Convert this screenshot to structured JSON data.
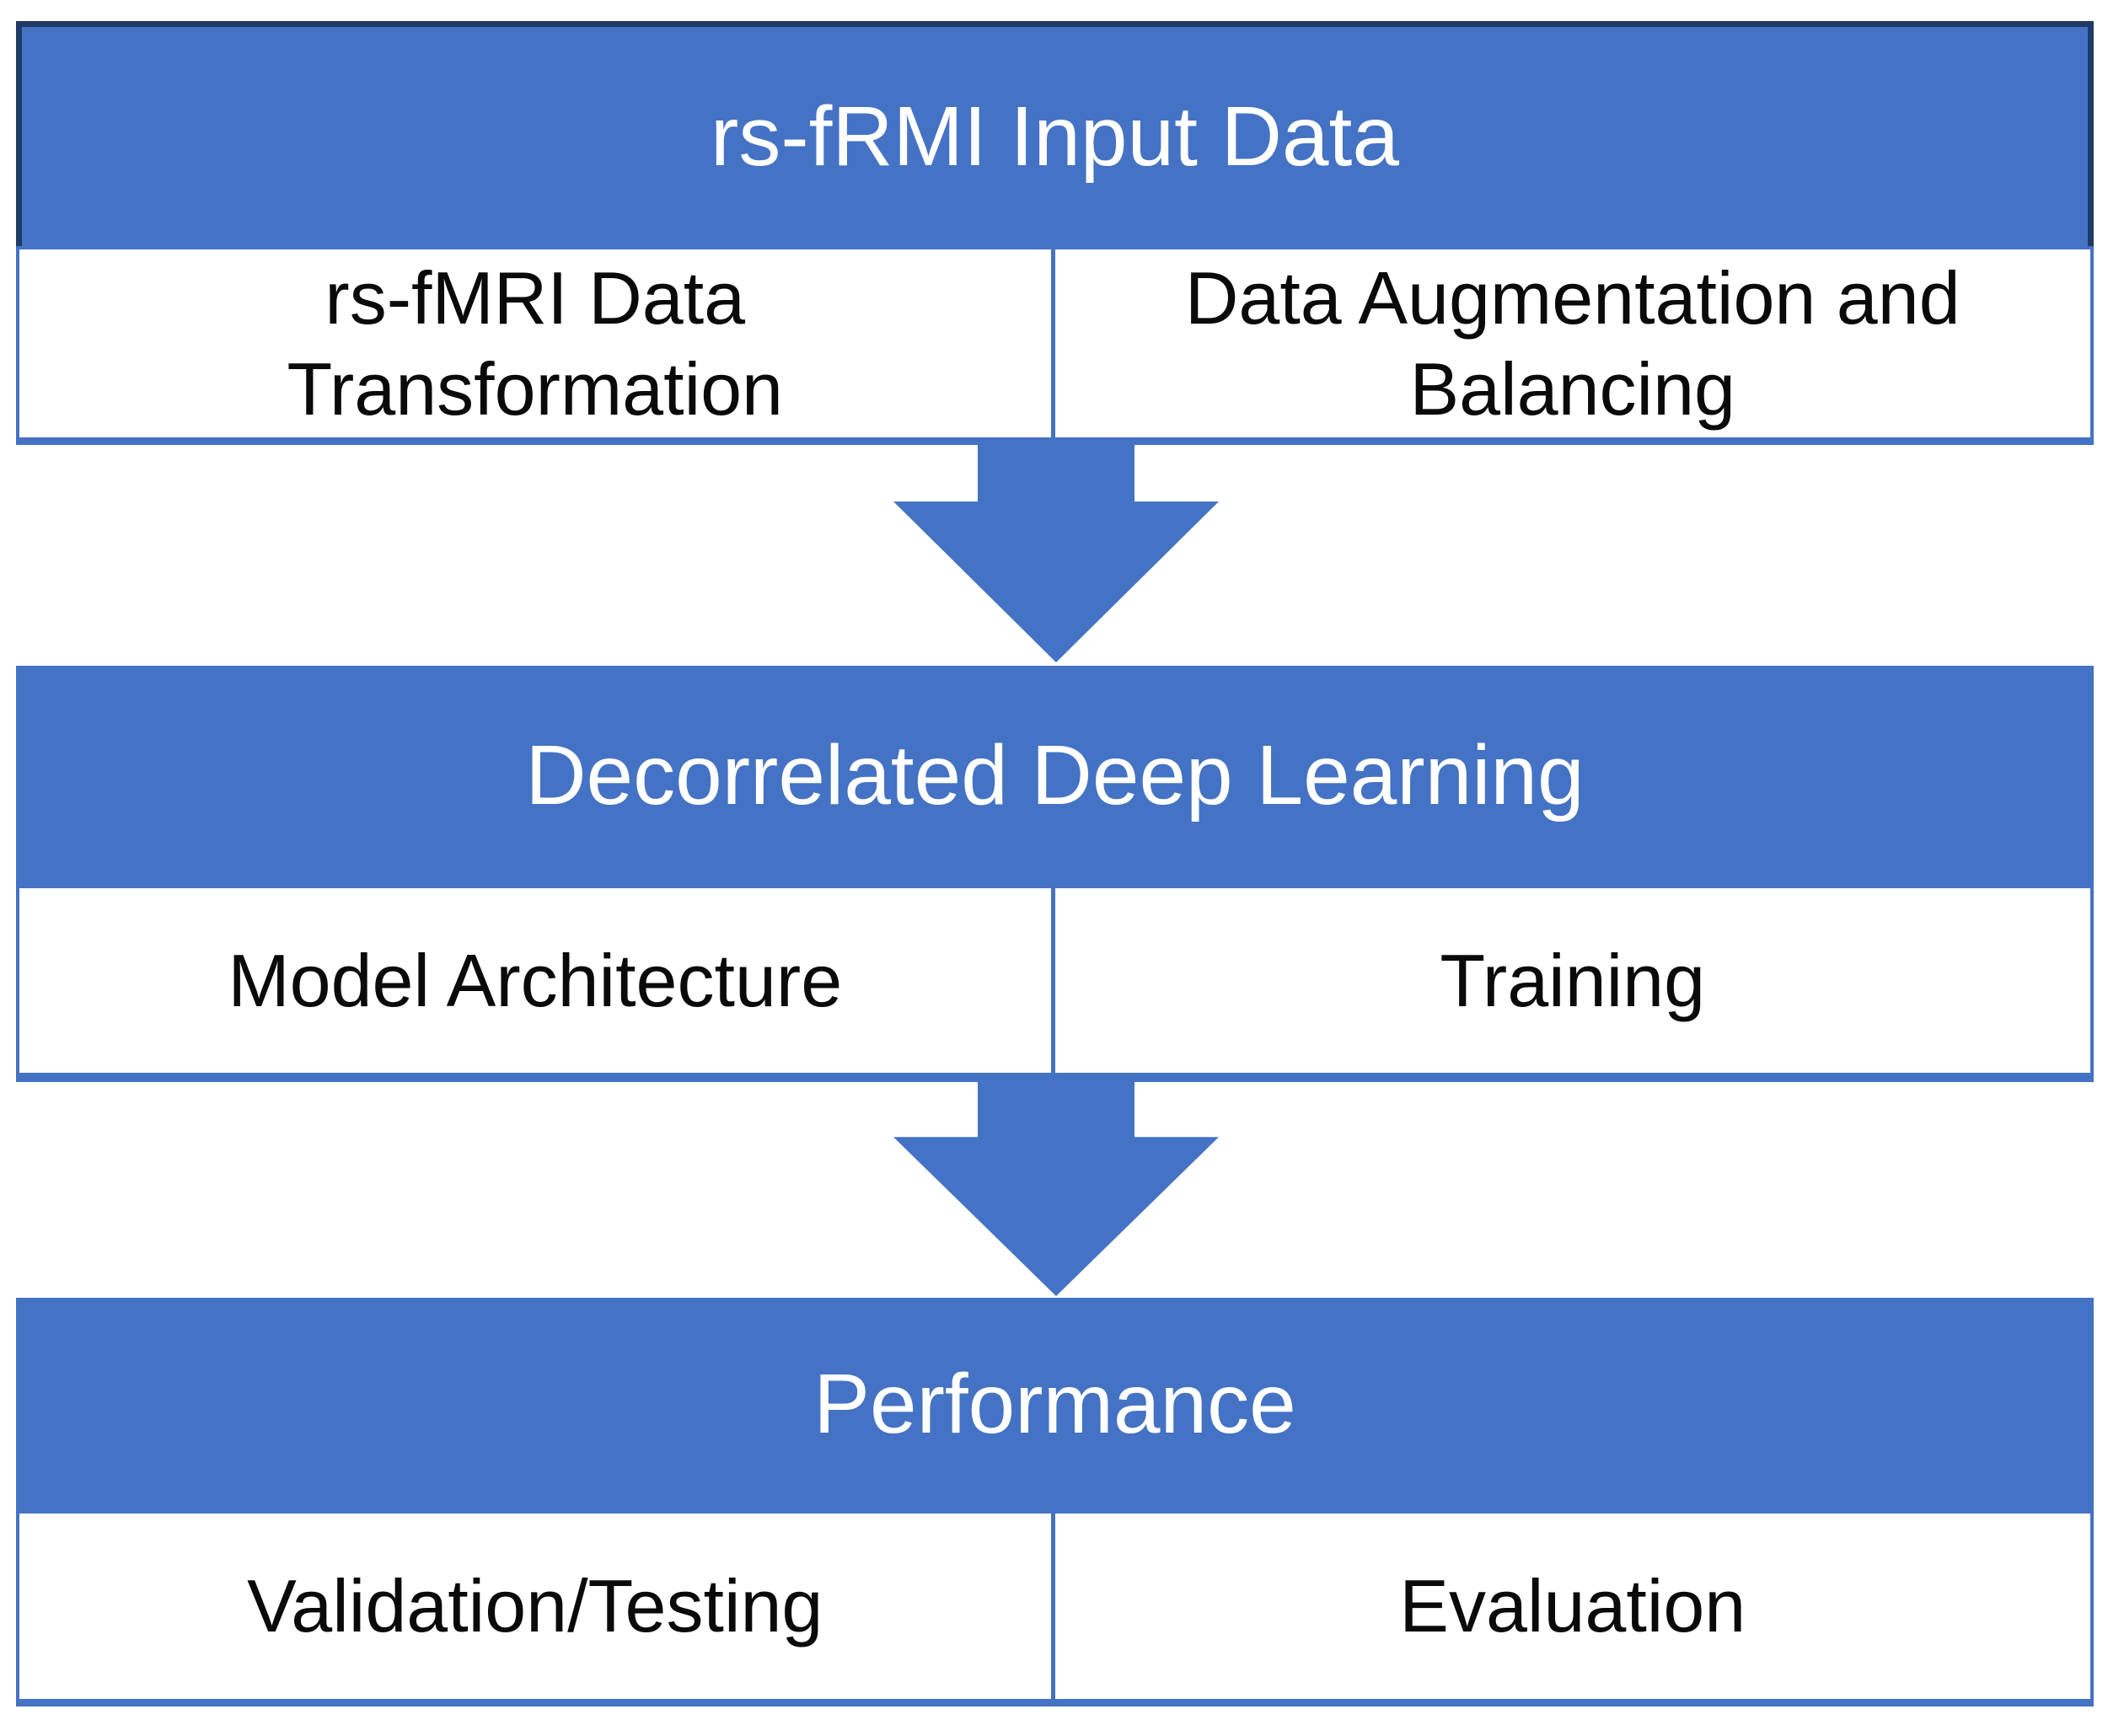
{
  "diagram": {
    "type": "flowchart",
    "background": "#FFFFFF",
    "colors": {
      "block_fill": "#4472C4",
      "header_outline": "#203A66",
      "header_text": "#FFFFFF",
      "cell_text": "#0A0A0A",
      "cell_border": "#4472C4",
      "arrow_fill": "#4472C4"
    },
    "sections": [
      {
        "title": "rs-fRMI Input Data",
        "cells": [
          "rs-fMRI Data Transformation",
          "Data Augmentation and Balancing"
        ]
      },
      {
        "title": "Decorrelated Deep Learning",
        "cells": [
          "Model Architecture",
          "Training"
        ]
      },
      {
        "title": "Performance",
        "cells": [
          "Validation/Testing",
          "Evaluation"
        ]
      }
    ],
    "arrows": [
      {
        "name": "down-arrow-1",
        "direction": "down"
      },
      {
        "name": "down-arrow-2",
        "direction": "down"
      }
    ]
  }
}
